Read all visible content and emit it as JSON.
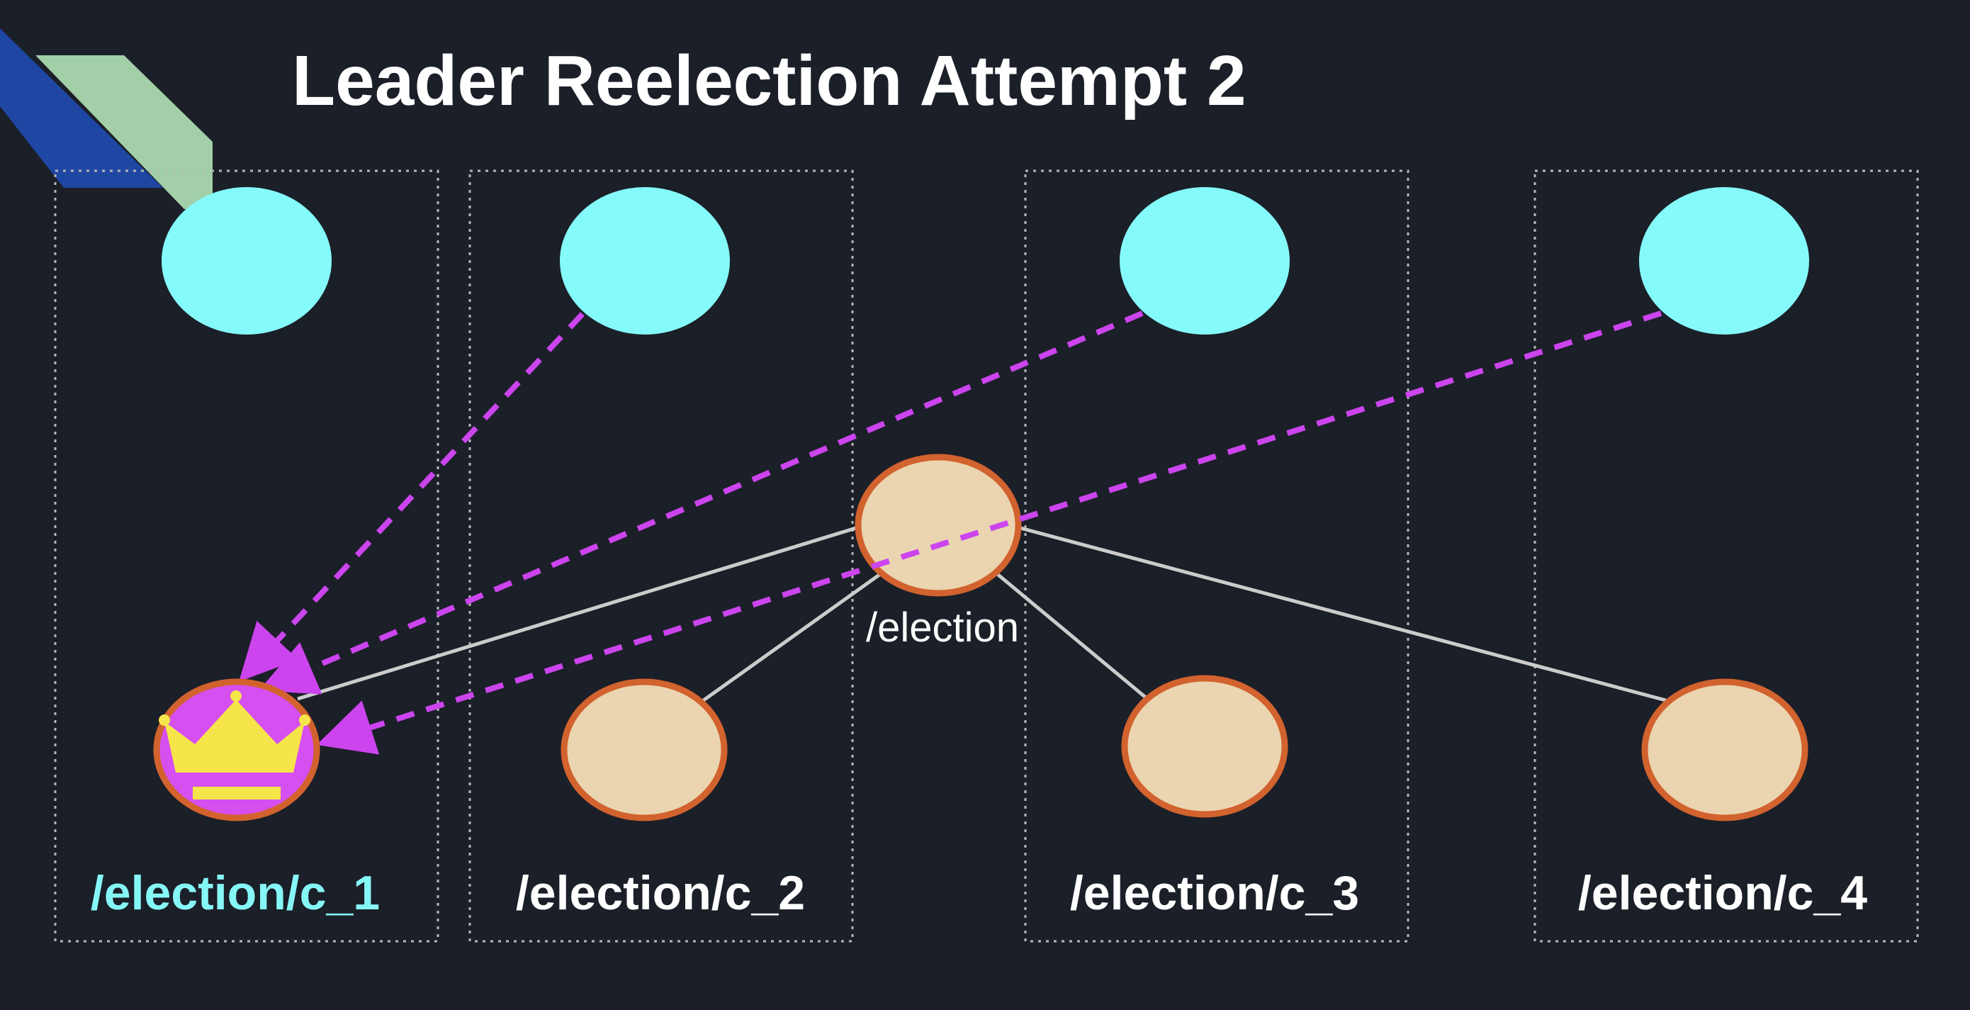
{
  "slide": {
    "title": "Leader Reelection Attempt 2",
    "parent_znode": {
      "label": "/election"
    },
    "columns": [
      {
        "label": "/election/c_1",
        "is_leader": true,
        "icon": "crown-icon"
      },
      {
        "label": "/election/c_2",
        "is_leader": false
      },
      {
        "label": "/election/c_3",
        "is_leader": false
      },
      {
        "label": "/election/c_4",
        "is_leader": false
      }
    ],
    "edges": [
      {
        "from": "parent",
        "to": "c_1",
        "style": "solid"
      },
      {
        "from": "parent",
        "to": "c_2",
        "style": "solid"
      },
      {
        "from": "parent",
        "to": "c_3",
        "style": "solid"
      },
      {
        "from": "parent",
        "to": "c_4",
        "style": "solid"
      },
      {
        "from": "node_2",
        "to": "c_1",
        "style": "dashed-arrow"
      },
      {
        "from": "node_3",
        "to": "c_1",
        "style": "dashed-arrow"
      },
      {
        "from": "node_4",
        "to": "c_1",
        "style": "dashed-arrow"
      }
    ]
  },
  "colors": {
    "background": "#1b1f28",
    "title_text": "#ffffff",
    "server_node": "#85fafa",
    "znode_fill": "#ead5b0",
    "znode_stroke": "#d2622e",
    "leader_fill": "#d64ff0",
    "crown": "#f6e54a",
    "dashed_arrow": "#cc44ee",
    "solid_line": "#cccccc",
    "leader_label": "#86f7f7",
    "label_text": "#ffffff",
    "box_border": "#b7b7b7",
    "accent_blue": "#1f46a3",
    "accent_green": "#a2cfa7"
  }
}
